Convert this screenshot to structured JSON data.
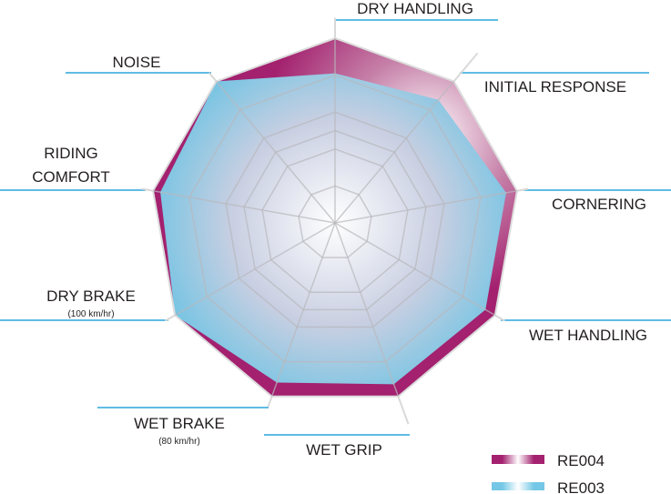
{
  "chart_data": {
    "type": "radar",
    "axes": [
      {
        "label": "DRY HANDLING",
        "sub": ""
      },
      {
        "label": "INITIAL RESPONSE",
        "sub": ""
      },
      {
        "label": "CORNERING",
        "sub": ""
      },
      {
        "label": "WET HANDLING",
        "sub": ""
      },
      {
        "label": "WET GRIP",
        "sub": ""
      },
      {
        "label": "WET BRAKE",
        "sub": "(80 km/hr)"
      },
      {
        "label": "DRY BRAKE",
        "sub": "(100 km/hr)"
      },
      {
        "label": "RIDING",
        "label2": "COMFORT",
        "sub": ""
      },
      {
        "label": "NOISE",
        "sub": ""
      }
    ],
    "range": [
      0,
      10
    ],
    "grid_rings": [
      2,
      4,
      5,
      6,
      8,
      10
    ],
    "series": [
      {
        "name": "RE004",
        "color": "#a3216f",
        "values": [
          10,
          10,
          10,
          10,
          10,
          10,
          10,
          10,
          10
        ]
      },
      {
        "name": "RE003",
        "color": "#74c7e6",
        "values": [
          8.1,
          8.7,
          9.4,
          9.4,
          9.3,
          9.2,
          10,
          9.6,
          10
        ]
      }
    ],
    "legend": "bottom-right"
  }
}
